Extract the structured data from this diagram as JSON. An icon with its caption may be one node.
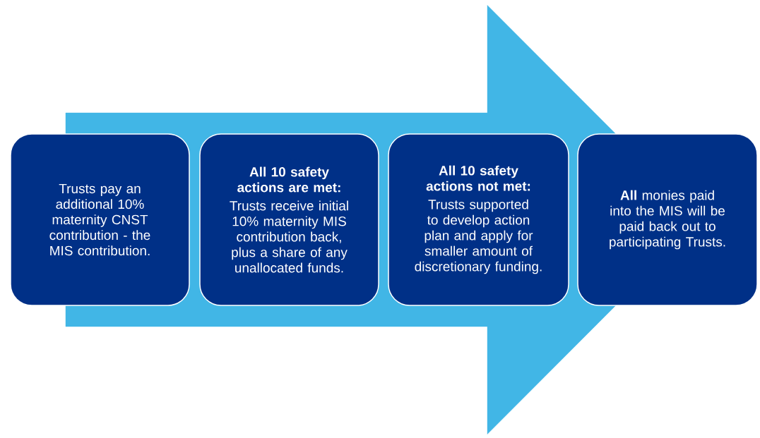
{
  "diagram": {
    "nodes": [
      {
        "text": [
          "Trusts pay an additional 10% maternity CNST contribution - the MIS contribution."
        ]
      },
      {
        "text": [
          "All 10 safety actions are met:",
          "Trusts receive initial 10% maternity MIS contribution back, plus a share of any unallocated funds."
        ]
      },
      {
        "text": [
          "All 10 safety actions not met:",
          "Trusts supported to develop action plan and apply for smaller amount of discretionary funding."
        ]
      },
      {
        "text": [
          "**All** monies paid into the MIS will be paid back out to participating Trusts."
        ]
      }
    ],
    "edges": [
      {
        "from": 0,
        "to": 3,
        "arrow": "to",
        "style": "thick"
      }
    ]
  }
}
